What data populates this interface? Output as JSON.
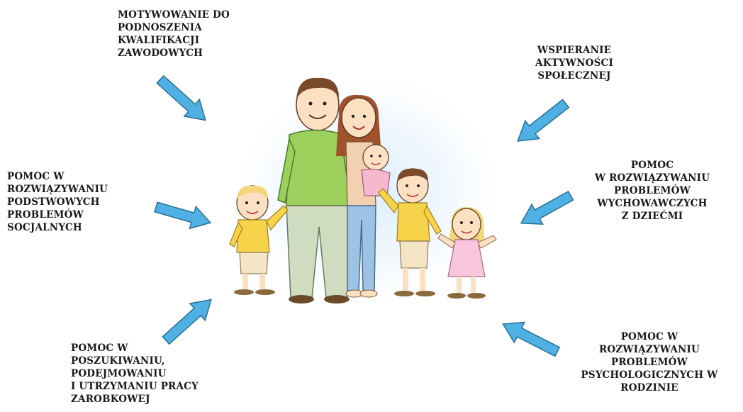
{
  "labels": {
    "top_left": [
      "MOTYWOWANIE  DO",
      "PODNOSZENIA",
      "KWALIFIKACJI",
      "ZAWODOWYCH"
    ],
    "top_right": [
      "WSPIERANIE",
      "AKTYWNOŚCI",
      "SPOŁECZNEJ"
    ],
    "mid_left": [
      "POMOC W",
      "ROZWIĄZYWANIU",
      "PODSTWOWYCH",
      "PROBLEMÓW",
      "SOCJALNYCH"
    ],
    "mid_right": [
      "POMOC",
      "W ROZWIĄZYWANIU",
      "PROBLEMÓW",
      "WYCHOWAWCZYCH",
      "Z DZIEĆMI"
    ],
    "bottom_left": [
      "POMOC W",
      "POSZUKIWANIU,",
      "PODEJMOWANIU",
      "I UTRZYMANIU  PRACY",
      "ZAROBKOWEJ"
    ],
    "bottom_right": [
      "POMOC W",
      "ROZWIĄZYWANIU",
      "PROBLEMÓW",
      "PSYCHOLOGICZNYCH W",
      "RODZINIE"
    ]
  },
  "colors": {
    "arrow_fill": "#4fb1e3",
    "arrow_stroke": "#2a6f97",
    "shirt_green": "#9ccf5c",
    "shirt_yellow": "#f7d34a",
    "jeans_blue": "#9cc3e6",
    "dress_pink": "#f8c6dc",
    "skin": "#fbe0c2",
    "hair_brown": "#7a4a2a",
    "hair_blond": "#f2d77a"
  }
}
